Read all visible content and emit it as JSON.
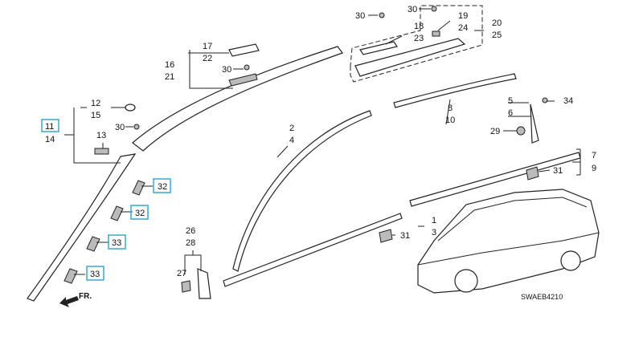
{
  "diagram": {
    "labels": {
      "l30a": "30",
      "l30b": "30",
      "l19": "19",
      "l24": "24",
      "l18": "18",
      "l23": "23",
      "l20": "20",
      "l25": "25",
      "l17": "17",
      "l22": "22",
      "l16": "16",
      "l21": "21",
      "l30c": "30",
      "l12": "12",
      "l15": "15",
      "l11": "11",
      "l14": "14",
      "l13": "13",
      "l30d": "30",
      "l32a": "32",
      "l32b": "32",
      "l33a": "33",
      "l33b": "33",
      "l2": "2",
      "l4": "4",
      "l8": "8",
      "l10": "10",
      "l5": "5",
      "l6": "6",
      "l34": "34",
      "l29": "29",
      "l7": "7",
      "l9": "9",
      "l31a": "31",
      "l1": "1",
      "l3": "3",
      "l31b": "31",
      "l26": "26",
      "l28": "28",
      "l27": "27"
    },
    "front_arrow": "FR.",
    "diagram_code": "SWAEB4210",
    "highlight_color": "#3fb0d8"
  }
}
